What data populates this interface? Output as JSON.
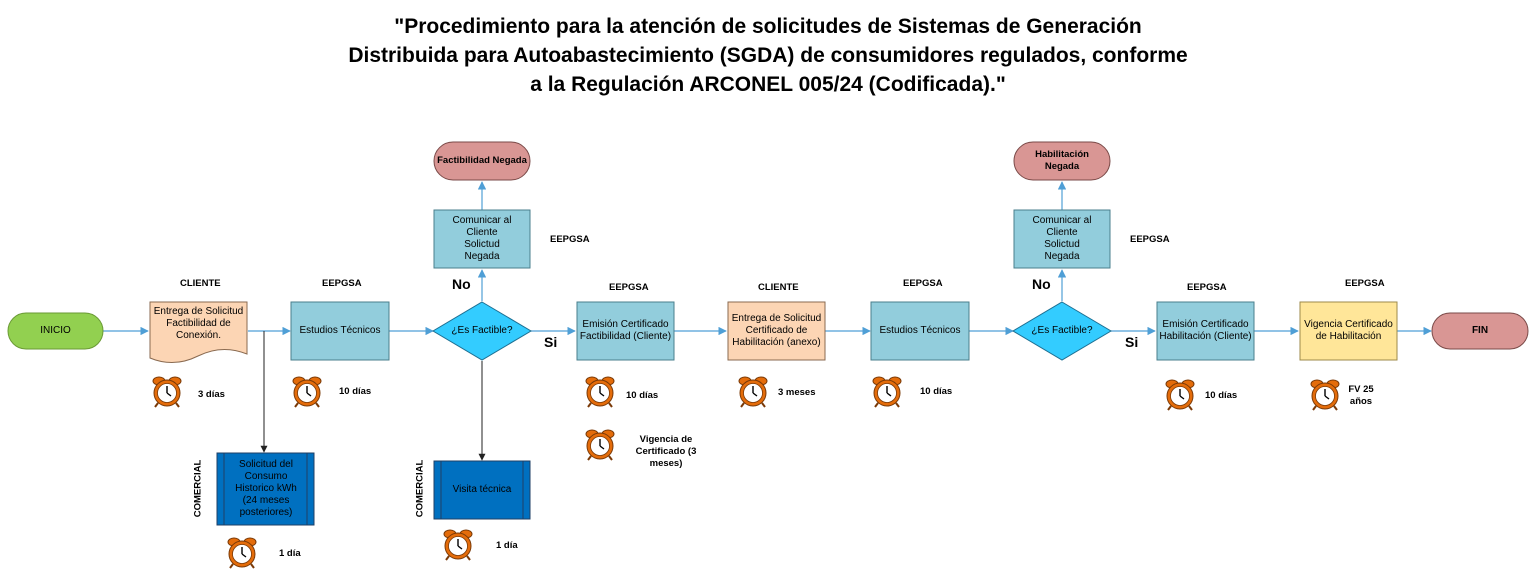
{
  "title": {
    "line1": "\"Procedimiento para la atención de solicitudes de Sistemas de Generación",
    "line2": "Distribuida para Autoabastecimiento (SGDA) de consumidores regulados, conforme",
    "line3": "a la Regulación ARCONEL 005/24 (Codificada).\""
  },
  "colors": {
    "start_green": "#92d050",
    "end_red": "#d99694",
    "process_blue": "#92cddc",
    "client_orange": "#fcd5b4",
    "decision_cyan": "#33ccff",
    "comercial_blue": "#0070c0",
    "vigencia_yellow": "#ffe699",
    "arrow": "#4f9fd6",
    "clock_orange": "#e46c0a"
  },
  "nodes": {
    "inicio": "INICIO",
    "fin": "FIN",
    "entrega_factibilidad": "Entrega de Solicitud Factibilidad de Conexión.",
    "estudios1": "Estudios Técnicos",
    "decision1": "¿Es Factible?",
    "emision_factibilidad": "Emisión Certificado Factibilidad (Cliente)",
    "entrega_habilitacion": "Entrega de Solicitud Certificado de Habilitación (anexo)",
    "estudios2": "Estudios Técnicos",
    "decision2": "¿Es Factible?",
    "emision_habilitacion": "Emisión Certificado Habilitación (Cliente)",
    "vigencia": "Vigencia Certificado de Habilitación",
    "comunicar1": "Comunicar al Cliente Solictud Negada",
    "comunicar2": "Comunicar al Cliente Solictud Negada",
    "factibilidad_negada": "Factibilidad Negada",
    "habilitacion_negada": "Habilitación Negada",
    "solicitud_consumo": "Solicitud del Consumo Historico kWh (24 meses posteriores)",
    "visita": "Visita técnica"
  },
  "roles": {
    "cliente1": "CLIENTE",
    "eepgsa1": "EEPGSA",
    "eepgsa_comunicar1": "EEPGSA",
    "eepgsa2": "EEPGSA",
    "cliente2": "CLIENTE",
    "eepgsa3": "EEPGSA",
    "eepgsa_comunicar2": "EEPGSA",
    "eepgsa4": "EEPGSA",
    "eepgsa5": "EEPGSA",
    "comercial1": "COMERCIAL",
    "comercial2": "COMERCIAL"
  },
  "branches": {
    "no1": "No",
    "si1": "Si",
    "no2": "No",
    "si2": "Si"
  },
  "times": {
    "t_entrega": "3 días",
    "t_estudios1": "10 días",
    "t_emision1": "10 días",
    "t_vigencia_cert": "Vigencia de Certificado (3 meses)",
    "t_entrega2": "3 meses",
    "t_estudios2": "10 días",
    "t_emision2": "10 días",
    "t_fv": "FV 25 años",
    "t_consumo": "1 día",
    "t_visita": "1 día"
  }
}
